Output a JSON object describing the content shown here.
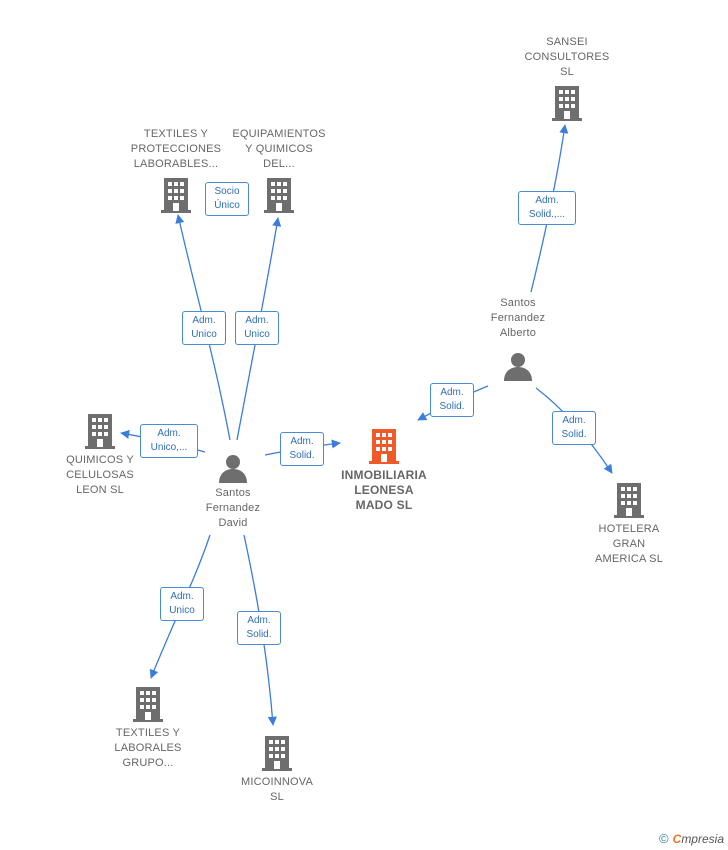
{
  "colors": {
    "edge": "#3b7dd8",
    "building": "#6e6e6e",
    "main_building": "#f05a28",
    "person": "#6e6e6e"
  },
  "nodes": {
    "main": {
      "label": "INMOBILIARIA\nLEONESA\nMADO  SL",
      "icon": "building-icon"
    },
    "sansei": {
      "label": "SANSEI\nCONSULTORES\nSL",
      "icon": "building-icon"
    },
    "textiles_proteccion": {
      "label": "TEXTILES Y\nPROTECCIONES\nLABORABLES...",
      "icon": "building-icon"
    },
    "equipamientos": {
      "label": "EQUIPAMIENTOS\nY QUIMICOS\nDEL...",
      "icon": "building-icon"
    },
    "quimicos": {
      "label": "QUIMICOS Y\nCELULOSAS\nLEON  SL",
      "icon": "building-icon"
    },
    "hotelera": {
      "label": "HOTELERA\nGRAN\nAMERICA  SL",
      "icon": "building-icon"
    },
    "textiles_grupo": {
      "label": "TEXTILES Y\nLABORALES\nGRUPO...",
      "icon": "building-icon"
    },
    "micoinnova": {
      "label": "MICOINNOVA\nSL",
      "icon": "building-icon"
    },
    "santos_david": {
      "label": "Santos\nFernandez\nDavid",
      "icon": "person-icon"
    },
    "santos_alberto": {
      "label": "Santos\nFernandez\nAlberto",
      "icon": "person-icon"
    }
  },
  "edges": {
    "david_textiles_proteccion": "Adm.\nUnico",
    "david_equipamientos": "Adm.\nUnico",
    "socio_unico": "Socio\nÚnico",
    "david_quimicos": "Adm.\nUnico,...",
    "david_main": "Adm.\nSolid.",
    "david_textiles_grupo": "Adm.\nUnico",
    "david_micoinnova": "Adm.\nSolid.",
    "alberto_sansei": "Adm.\nSolid.,...",
    "alberto_main": "Adm.\nSolid.",
    "alberto_hotelera": "Adm.\nSolid."
  },
  "footer": {
    "copyright": "©",
    "brand_first": "C",
    "brand_rest": "mpresia"
  }
}
